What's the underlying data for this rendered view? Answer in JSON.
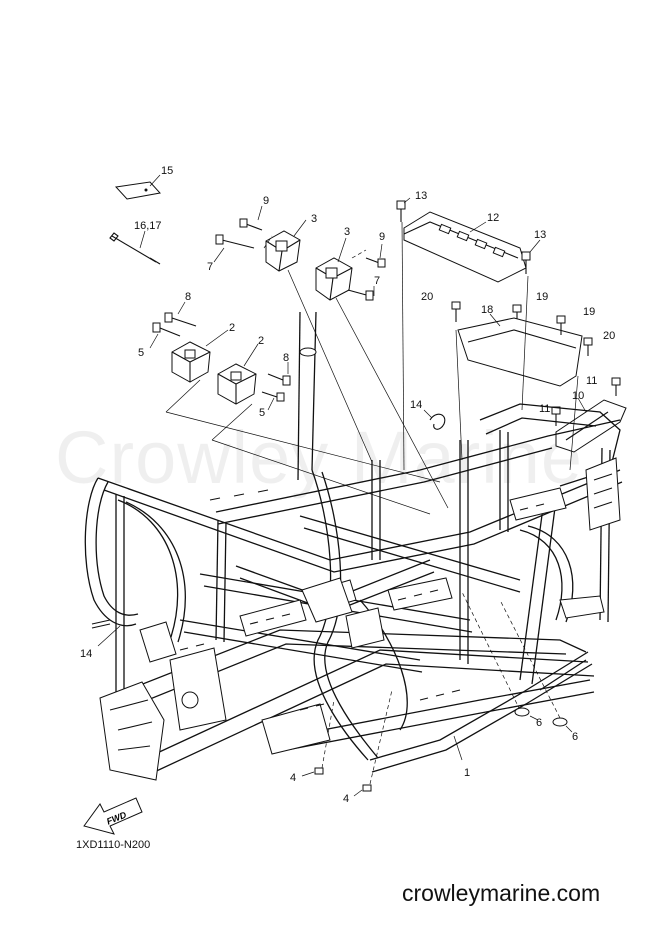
{
  "watermark": "Crowley Marine",
  "drawing_code": "1XD1110-N200",
  "footer_site": "crowleymarine.com",
  "fwd_arrow_label": "FWD",
  "callouts": {
    "p15": "15",
    "p16_17": "16,17",
    "p9a": "9",
    "p7a": "7",
    "p3a": "3",
    "p3b": "3",
    "p9b": "9",
    "p7b": "7",
    "p13a": "13",
    "p12": "12",
    "p13b": "13",
    "p8a": "8",
    "p5a": "5",
    "p2a": "2",
    "p2b": "2",
    "p8b": "8",
    "p5b": "5",
    "p20a": "20",
    "p18": "18",
    "p19a": "19",
    "p19b": "19",
    "p20b": "20",
    "p11a": "11",
    "p11b": "11",
    "p10": "10",
    "p14a": "14",
    "p14b": "14",
    "p6a": "6",
    "p6b": "6",
    "p1": "1",
    "p4a": "4",
    "p4b": "4"
  }
}
